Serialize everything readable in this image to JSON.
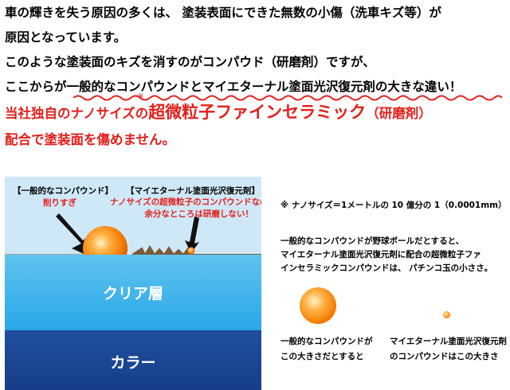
{
  "header": {
    "line1": "車の輝きを失う原因の多くは、 塗装表面にできた無数の小傷（洗車キズ等）が",
    "line2": "原因となっています。",
    "line3": "このような塗装面のキズを消すのがコンパウド（研磨剤）ですが、",
    "line4_prefix": "ここからが",
    "line4_highlight": "一般的なコンパウンドとマイエターナル塗面光沢復元剤の大きな違い！",
    "line5_prefix": "当社独自のナノサイズの",
    "line5_note_mark": "※",
    "line5_big": "超微粒子ファインセラミック",
    "line5_suffix": "（研磨剤）",
    "line6": "配合で塗装面を傷めません。"
  },
  "diagram": {
    "general_label": "【一般的なコンパウンド】",
    "general_sub": "削りすぎ",
    "meitarnal_label": "【マイエターナル塗面光沢復元剤】",
    "meitarnal_sub_1": "ナノサイズの超微粒子のコンパウンドなので",
    "meitarnal_sub_2": "余分なところは研磨しない！",
    "clear_layer": "クリア層",
    "color_layer": "カラー"
  },
  "right": {
    "note": "※ ナノサイズ＝1メートルの 10 億分の 1（0.0001mm）",
    "para_1": "一般的なコンパウンドが野球ボールだとすると、",
    "para_2": "マイエターナル塗面光沢復元剤に配合の超微粒子ファ",
    "para_3": "インセラミックコンパウンドは、 パチンコ玉の小ささ。",
    "cap_left_1": "一般的なコンパウンドが",
    "cap_left_2": "この大きさだとすると",
    "cap_right_1": "マイエターナル塗面光沢復元剤",
    "cap_right_2": "のコンパウンドはこの大きさ"
  },
  "colors": {
    "accent_red": "#e3201b",
    "clear_layer": "#2aa6e8",
    "color_layer": "#173e88",
    "ball_orange": "#f57a00"
  }
}
